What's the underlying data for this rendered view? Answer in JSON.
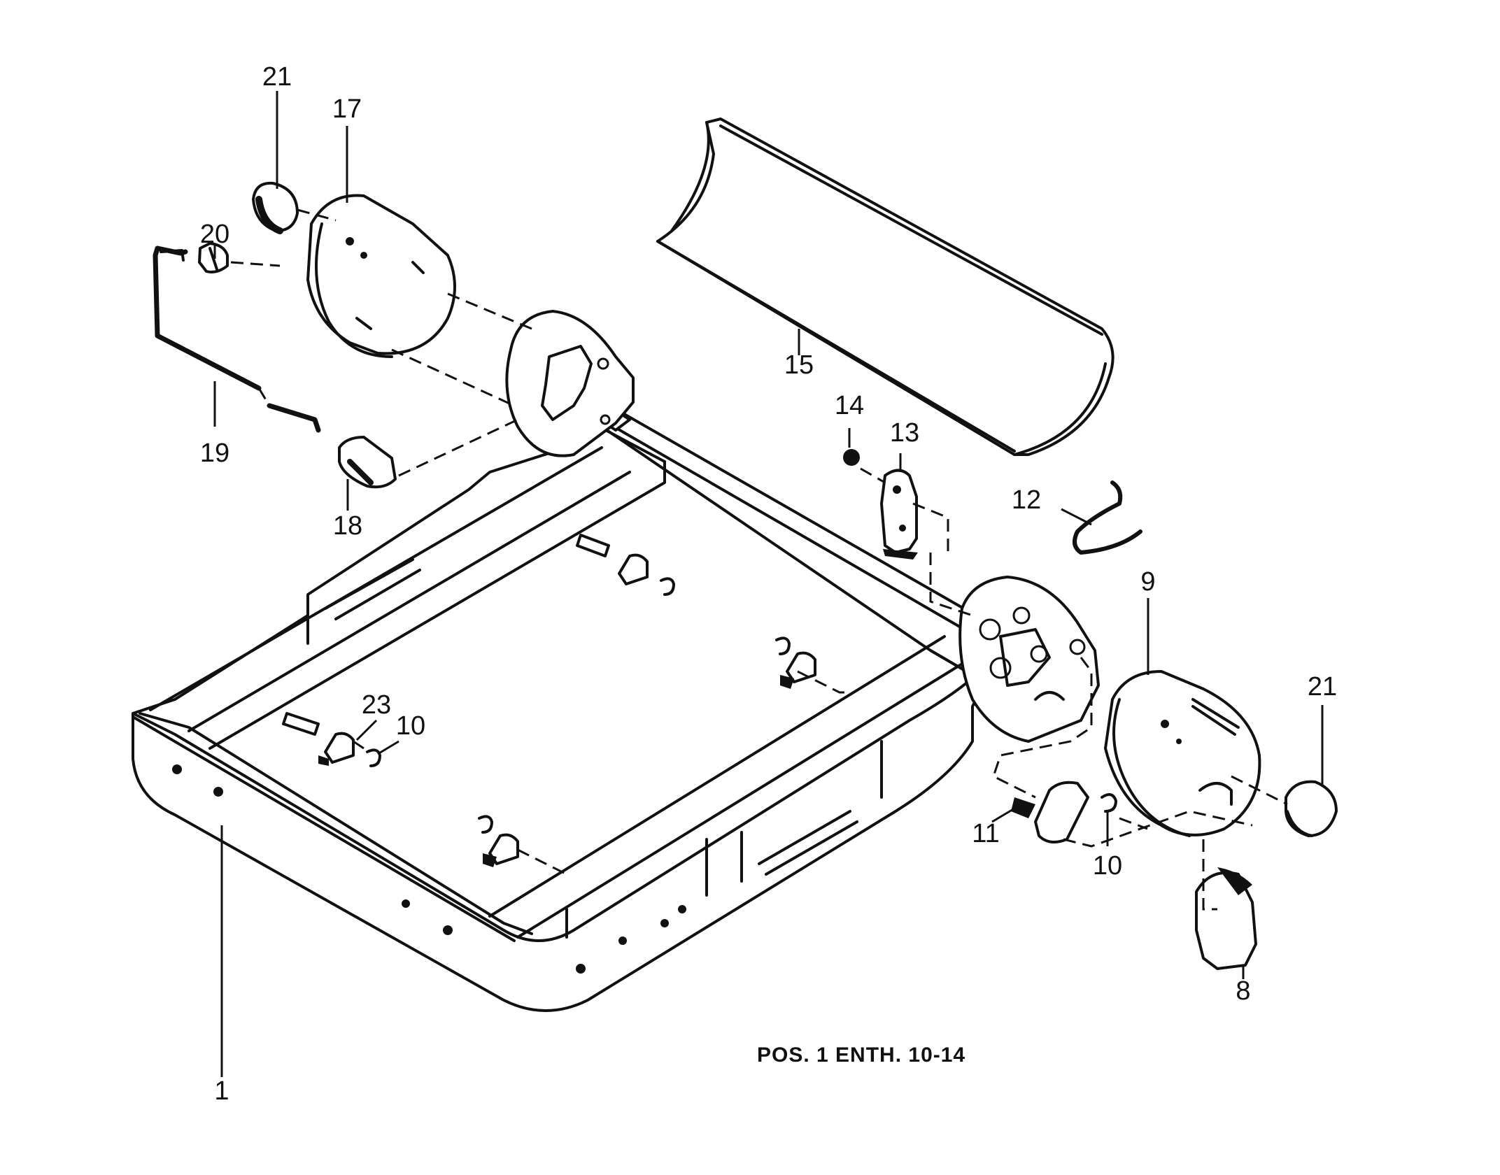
{
  "caption": "POS. 1 ENTH. 10-14",
  "callouts": [
    {
      "id": "c21a",
      "text": "21"
    },
    {
      "id": "c17",
      "text": "17"
    },
    {
      "id": "c20",
      "text": "20"
    },
    {
      "id": "c19",
      "text": "19"
    },
    {
      "id": "c18",
      "text": "18"
    },
    {
      "id": "c15",
      "text": "15"
    },
    {
      "id": "c14",
      "text": "14"
    },
    {
      "id": "c13",
      "text": "13"
    },
    {
      "id": "c12",
      "text": "12"
    },
    {
      "id": "c9",
      "text": "9"
    },
    {
      "id": "c21b",
      "text": "21"
    },
    {
      "id": "c23",
      "text": "23"
    },
    {
      "id": "c10a",
      "text": "10"
    },
    {
      "id": "c11",
      "text": "11"
    },
    {
      "id": "c10b",
      "text": "10"
    },
    {
      "id": "c8",
      "text": "8"
    },
    {
      "id": "c1",
      "text": "1"
    }
  ]
}
